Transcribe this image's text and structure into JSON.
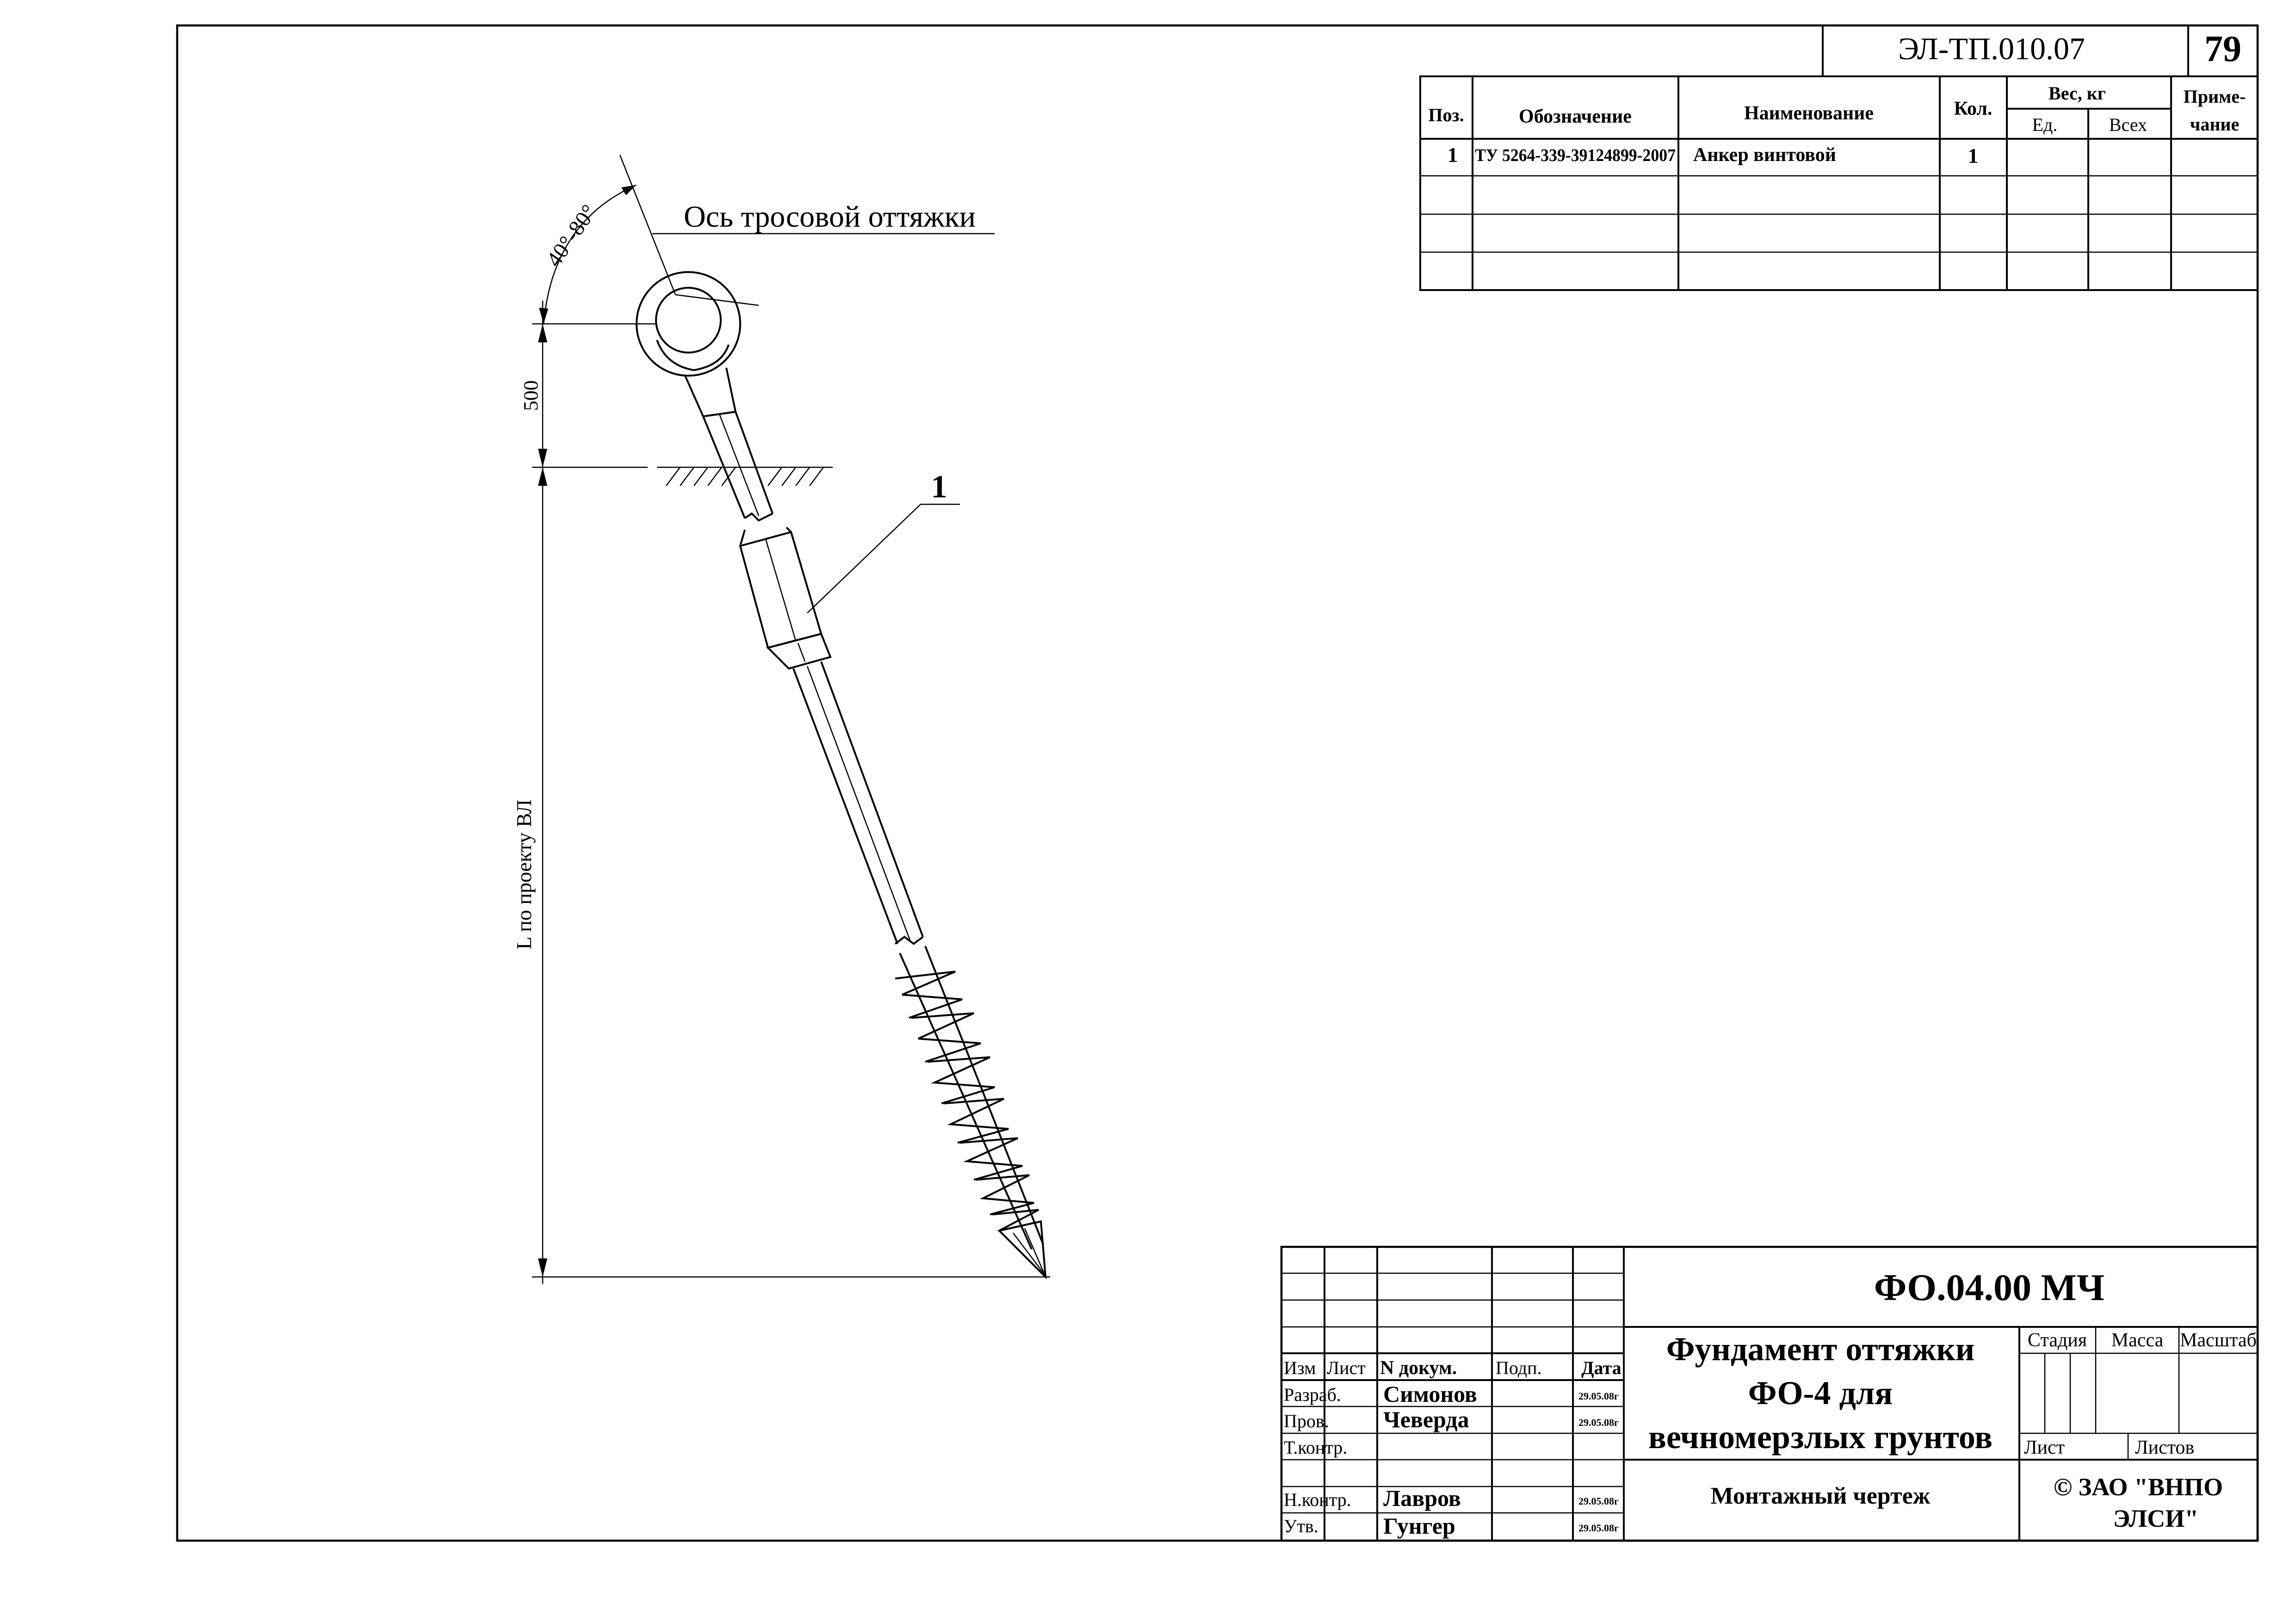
{
  "sheet": {
    "doc_code": "ЭЛ-ТП.010.07",
    "page_number": "79"
  },
  "drawing": {
    "axis_label": "Ось тросовой оттяжки",
    "angle_label": "40°-80°",
    "dim_500": "500",
    "dim_length": "L по проекту ВЛ",
    "callout": "1"
  },
  "spec": {
    "headers": {
      "pos": "Поз.",
      "designation": "Обозначение",
      "name": "Наименование",
      "qty": "Кол.",
      "weight": "Вес, кг",
      "unit": "Ед.",
      "total": "Всех",
      "note_1": "Приме-",
      "note_2": "чание"
    },
    "rows": [
      {
        "pos": "1",
        "designation": "ТУ 5264-339-39124899-2007",
        "name": "Анкер винтовой",
        "qty": "1",
        "unit": "",
        "total": "",
        "note": ""
      }
    ]
  },
  "title_block": {
    "code": "ФО.04.00 МЧ",
    "title_1": "Фундамент оттяжки",
    "title_2": "ФО-4 для",
    "title_3": "вечномерзлых грунтов",
    "doc_type": "Монтажный чертеж",
    "org_1": "© ЗАО \"ВНПО",
    "org_2": "ЭЛСИ\"",
    "headers": {
      "izm": "Изм",
      "list": "Лист",
      "doc_no": "N докум.",
      "sign": "Подп.",
      "date": "Дата",
      "stage": "Стадия",
      "mass": "Масса",
      "scale": "Масштаб",
      "sheet": "Лист",
      "sheets": "Листов"
    },
    "people": [
      {
        "role": "Разраб.",
        "name": "Симонов",
        "date": "29.05.08г"
      },
      {
        "role": "Пров.",
        "name": "Чеверда",
        "date": "29.05.08г"
      },
      {
        "role": "Т.контр.",
        "name": "",
        "date": ""
      },
      {
        "role": "Н.контр.",
        "name": "Лавров",
        "date": "29.05.08г"
      },
      {
        "role": "Утв.",
        "name": "Гунгер",
        "date": "29.05.08г"
      }
    ]
  }
}
